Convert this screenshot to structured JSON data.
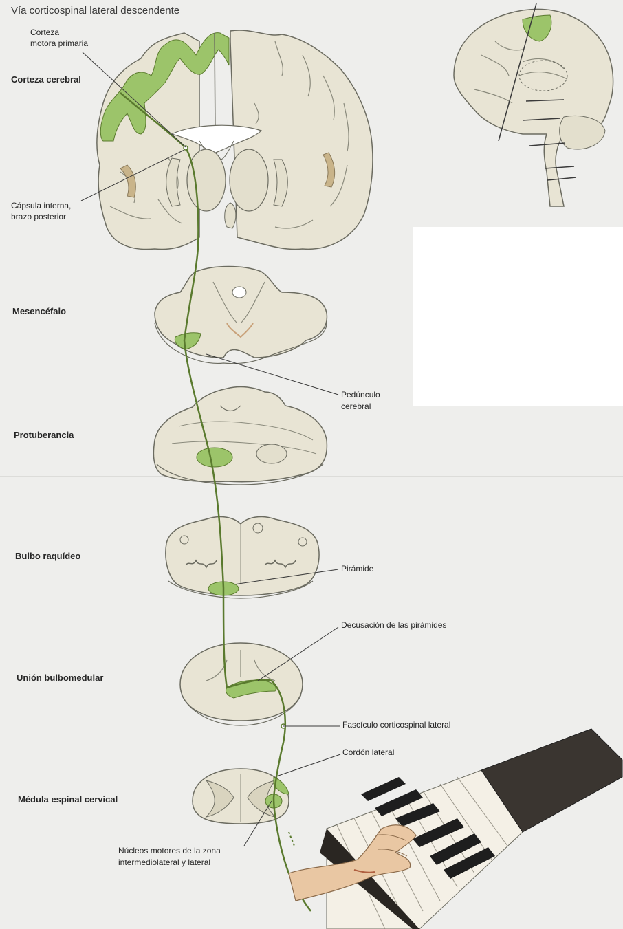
{
  "title": "Vía corticospinal lateral descendente",
  "region_labels": {
    "cortex": "Corteza cerebral",
    "midbrain": "Mesencéfalo",
    "pons": "Protuberancia",
    "medulla": "Bulbo raquídeo",
    "junction": "Unión bulbomedular",
    "cervical_cord": "Médula espinal cervical"
  },
  "structure_labels": {
    "motor_cortex_line1": "Corteza",
    "motor_cortex_line2": "motora primaria",
    "internal_capsule_line1": "Cápsula interna,",
    "internal_capsule_line2": "brazo posterior",
    "peduncle_line1": "Pedúnculo",
    "peduncle_line2": "cerebral",
    "pyramid": "Pirámide",
    "decussation": "Decusación de las pirámides",
    "lateral_tract": "Fascículo corticospinal lateral",
    "lateral_funiculus": "Cordón lateral",
    "motor_nuclei_line1": "Núcleos motores de la zona",
    "motor_nuclei_line2": "intermediolateral y lateral"
  },
  "colors": {
    "background": "#eeeeec",
    "tissue": "#e8e4d4",
    "tissue_outline": "#6b6b60",
    "pathway_green": "#9cc46a",
    "pathway_line": "#5a7a2e",
    "ventricle": "#ffffff",
    "skin": "#e9c7a3",
    "piano_black": "#1e1e1e"
  }
}
